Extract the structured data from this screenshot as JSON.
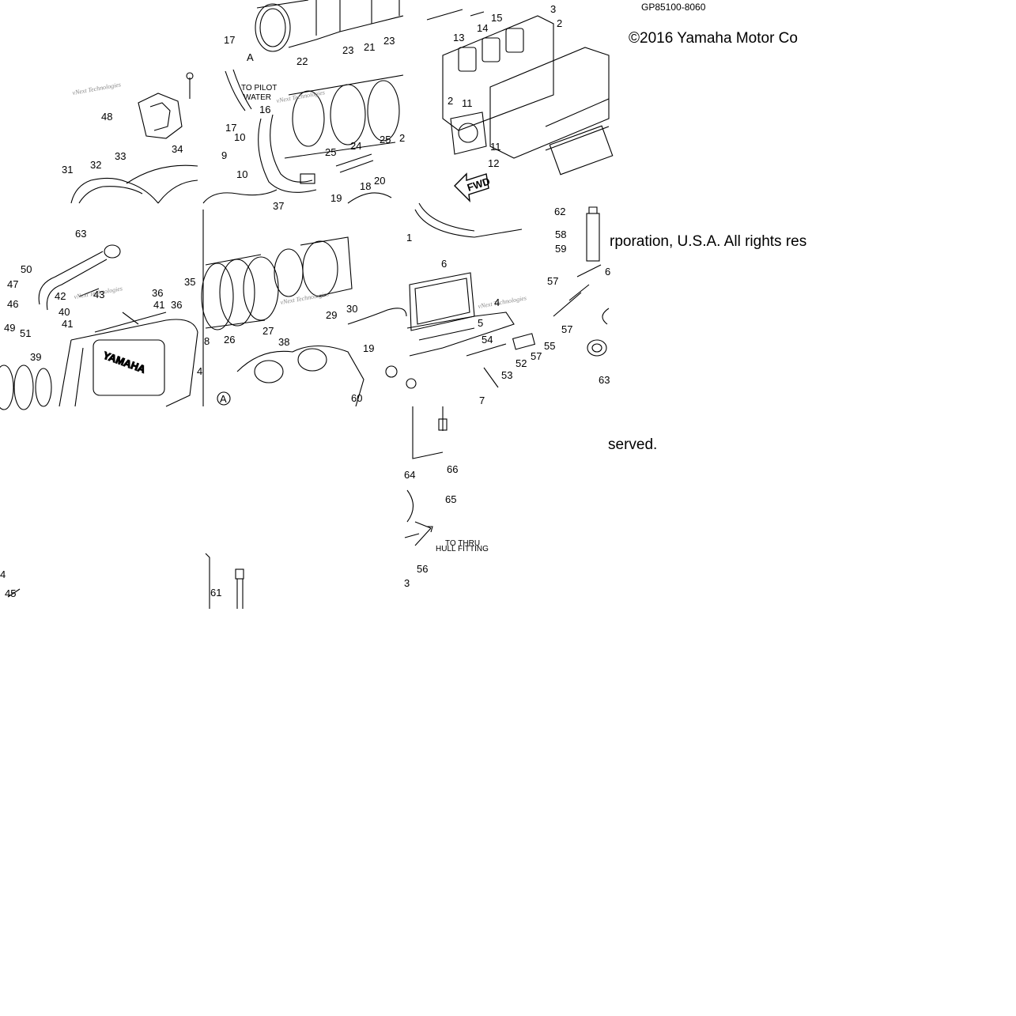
{
  "diagram": {
    "part_number": "GP85100-8060",
    "copyright_segments": [
      "©2016 Yamaha Motor Co",
      "rporation, U.S.A. All rights res",
      "served."
    ],
    "texts": {
      "to_pilot_water": [
        "TO PILOT",
        "WATER"
      ],
      "to_thru_hull": [
        "TO THRU",
        "HULL FITTING"
      ],
      "fwd": "FWD",
      "yamaha": "YAMAHA",
      "ref_a": "A",
      "watermark": "vNext Technologies"
    },
    "callouts": {
      "top_left_tile": [
        "17",
        "22",
        "23",
        "21",
        "23",
        "TO PILOT",
        "16",
        "17",
        "10",
        "9",
        "10",
        "25",
        "24",
        "25",
        "2",
        "20",
        "18",
        "19",
        "37",
        "48",
        "31",
        "32",
        "33",
        "34"
      ],
      "top_right_tile": [
        "13",
        "14",
        "15",
        "3",
        "2",
        "2",
        "11",
        "11",
        "12"
      ],
      "middle_left_tile": [
        "63",
        "50",
        "47",
        "46",
        "49",
        "42",
        "43",
        "40",
        "41",
        "51",
        "36",
        "41",
        "36",
        "35",
        "39",
        "4"
      ],
      "middle_center_tile": [
        "26",
        "27",
        "38",
        "29",
        "30",
        "19",
        "8"
      ],
      "middle_right_tile": [
        "1",
        "6",
        "4",
        "5",
        "54",
        "52",
        "57",
        "53",
        "55",
        "60",
        "7",
        "62",
        "58",
        "59",
        "57",
        "6",
        "57",
        "63"
      ],
      "bottom_tiles": [
        "64",
        "66",
        "65",
        "56",
        "3",
        "4",
        "45",
        "61"
      ]
    }
  }
}
